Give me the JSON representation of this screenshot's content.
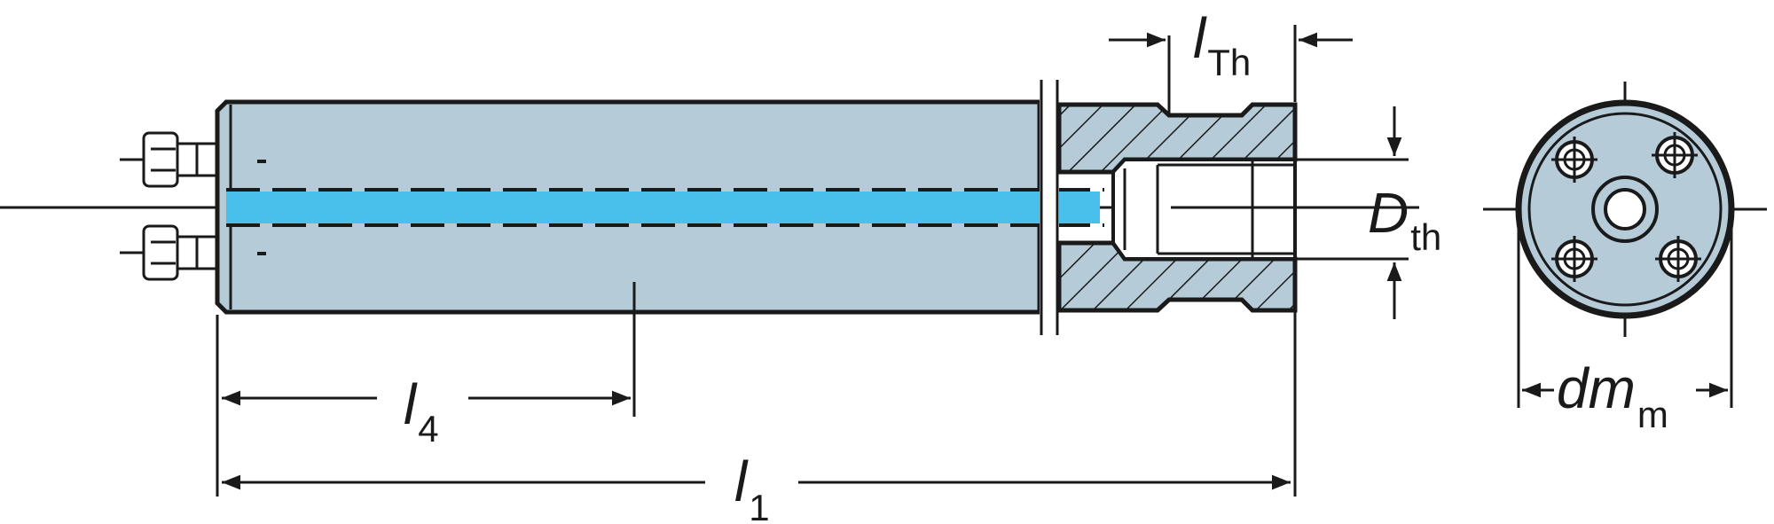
{
  "dimensions": {
    "l4": {
      "main": "l",
      "sub": "4"
    },
    "l1": {
      "main": "l",
      "sub": "1"
    },
    "lTh": {
      "main": "l",
      "sub": "Th"
    },
    "Dth": {
      "main": "D",
      "sub": "th"
    },
    "dmm": {
      "main": "dm",
      "sub": "m"
    }
  },
  "colors": {
    "body_fill": "#b5cbd8",
    "coolant": "#49c0ec",
    "outline": "#1a1a1a",
    "background": "#ffffff"
  }
}
